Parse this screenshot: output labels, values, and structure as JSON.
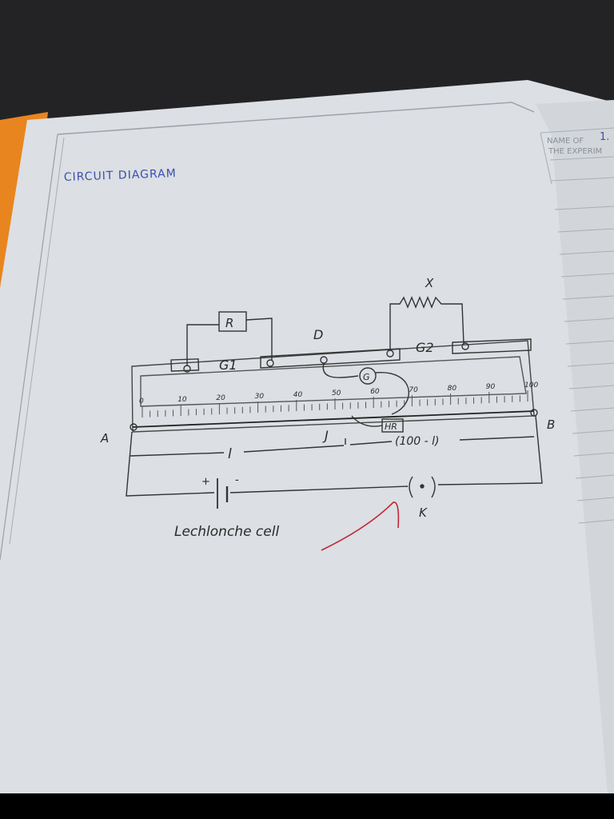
{
  "heading": "CIRCUIT DIAGRAM",
  "right_page": {
    "header_line1": "NAME OF",
    "header_number": "1.",
    "header_line2": "THE EXPERIM"
  },
  "diagram": {
    "resistor_label": "R",
    "unknown_label": "X",
    "gap1_label": "G1",
    "gap2_label": "G2",
    "strip_label": "D",
    "galvanometer_label": "G",
    "high_resistance_label": "HR",
    "end_a_label": "A",
    "end_b_label": "B",
    "jockey_label": "J",
    "left_length_label": "l",
    "right_length_label": "(100 - l)",
    "battery_plus": "+",
    "battery_minus": "-",
    "cell_label": "Lechlonche cell",
    "key_label": "K",
    "scale_ticks": [
      "0",
      "10",
      "20",
      "30",
      "40",
      "50",
      "60",
      "70",
      "80",
      "90",
      "100"
    ]
  }
}
